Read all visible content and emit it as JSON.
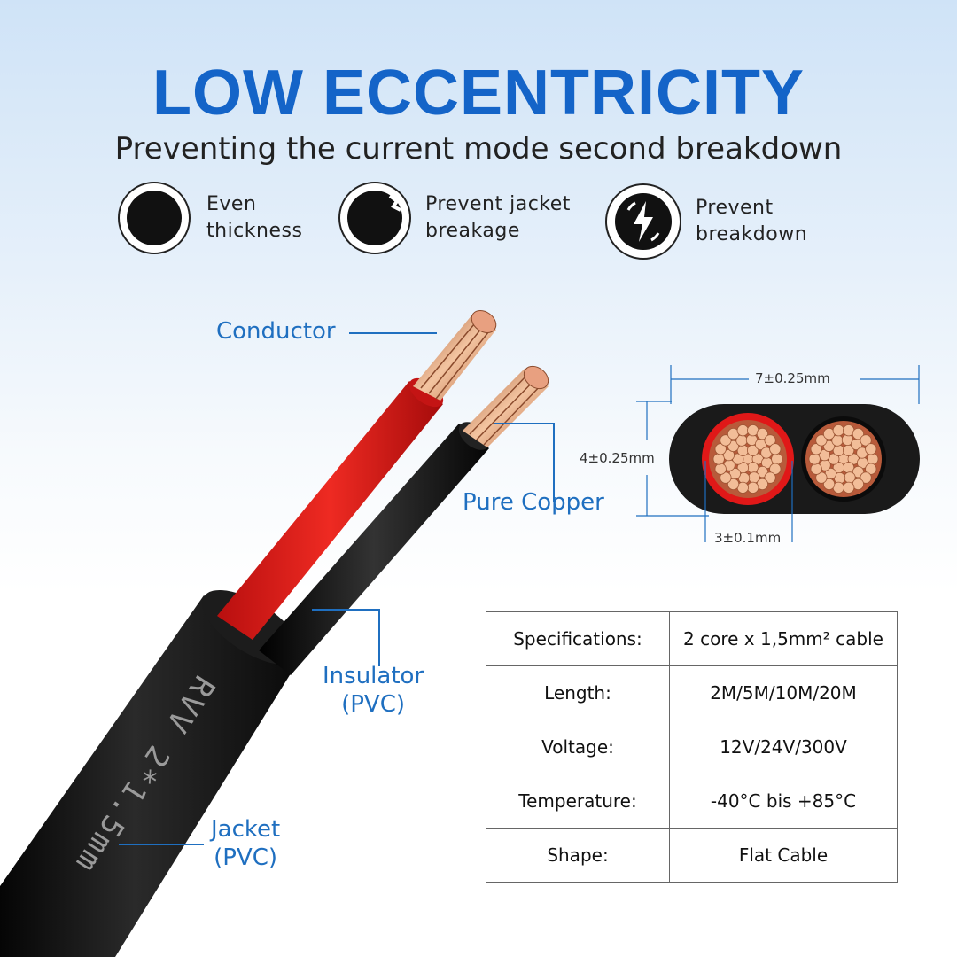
{
  "header": {
    "title": "LOW ECCENTRICITY",
    "subtitle": "Preventing the current mode second breakdown"
  },
  "features": [
    {
      "icon": "solid-circle-icon",
      "line1": "Even",
      "line2": "thickness"
    },
    {
      "icon": "cracked-circle-icon",
      "line1": "Prevent jacket",
      "line2": "breakage"
    },
    {
      "icon": "lightning-bolt-icon",
      "line1": "Prevent",
      "line2": "breakdown"
    }
  ],
  "callouts": {
    "conductor": "Conductor",
    "pure_copper": "Pure Copper",
    "insulator_line1": "Insulator",
    "insulator_line2": "(PVC)",
    "jacket_line1": "Jacket",
    "jacket_line2": "(PVC)"
  },
  "cable_print": "RVV 2*1.5mm",
  "dimensions": {
    "width": "7±0.25mm",
    "height": "4±0.25mm",
    "core": "3±0.1mm"
  },
  "specs": [
    {
      "label": "Specifications:",
      "value": "2 core x 1,5mm² cable"
    },
    {
      "label": "Length:",
      "value": "2M/5M/10M/20M"
    },
    {
      "label": "Voltage:",
      "value": "12V/24V/300V"
    },
    {
      "label": "Temperature:",
      "value": "-40°C bis +85°C"
    },
    {
      "label": "Shape:",
      "value": "Flat Cable"
    }
  ],
  "colors": {
    "accent": "#1464c8",
    "callout": "#1f6fc0",
    "red_core": "#e01818",
    "black_core": "#111111",
    "copper": "#e8a882"
  }
}
